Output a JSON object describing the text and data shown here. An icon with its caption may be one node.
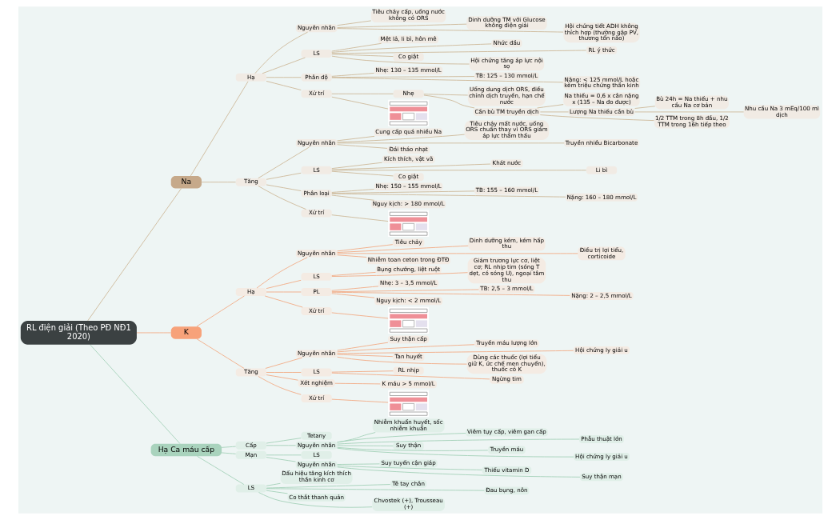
{
  "diagram": {
    "nodes": [
      {
        "text": [
          "RL điện giải (Theo PĐ NĐ1 2020)"
        ]
      },
      {
        "text": [
          "Na"
        ]
      },
      {
        "text": [
          "Hạ"
        ]
      },
      {
        "text": [
          "Nguyên nhân"
        ]
      },
      {
        "text": [
          "Tiêu chảy cấp, uống nước không có ORS"
        ]
      },
      {
        "text": [
          "Dinh dưỡng TM với Glucose không điện giải"
        ]
      },
      {
        "text": [
          "Hội chứng tiết ADH không thích hợp (thường gặp PV, thương tổn não)"
        ]
      },
      {
        "text": [
          "LS"
        ]
      },
      {
        "text": [
          "Mệt lả, li bì, hôn mê"
        ]
      },
      {
        "text": [
          "Nhức đầu"
        ]
      },
      {
        "text": [
          "RL ý thức"
        ]
      },
      {
        "text": [
          "Co giật"
        ]
      },
      {
        "text": [
          "Hội chứng tăng áp lực nội sọ"
        ]
      },
      {
        "text": [
          "Phân độ"
        ]
      },
      {
        "text": [
          "Nhẹ: 130 – 135 mmol/L"
        ]
      },
      {
        "text": [
          "TB: 125 – 130 mmol/L"
        ]
      },
      {
        "text": [
          "Nặng: < 125 mmol/L hoặc kèm triệu chứng thần kinh"
        ]
      },
      {
        "text": [
          "Xử trí"
        ]
      },
      {
        "text": [
          "Nhẹ"
        ]
      },
      {
        "text": [
          "Uống dung dịch ORS, điều chỉnh dịch truyền, hạn chế nước"
        ]
      },
      {
        "text": [
          "Cần bù TM truyền dịch"
        ]
      },
      {
        "text": [
          "Na thiếu = 0,6 x cân nặng x (135 – Na đo được)"
        ]
      },
      {
        "text": [
          "Lượng Na thiếu cần bù"
        ]
      },
      {
        "text": [
          "Bù 24h = Na thiếu + nhu cầu Na cơ bản"
        ]
      },
      {
        "text": [
          "Nhu cầu Na 3 mEq/100 ml dịch"
        ]
      },
      {
        "text": [
          "1/2 TTM trong 8h đầu, 1/2 TTM trong 16h tiếp theo"
        ]
      },
      {
        "text": [],
        "shape": "picture"
      },
      {
        "text": [
          "Tăng"
        ]
      },
      {
        "text": [
          "Nguyên nhân"
        ]
      },
      {
        "text": [
          "Cung cấp quá nhiều Na"
        ]
      },
      {
        "text": [
          "Tiêu chảy mất nước, uống ORS chuẩn thay vì ORS giảm áp lực thẩm thấu"
        ]
      },
      {
        "text": [
          "Truyền nhiều Bicarbonate"
        ]
      },
      {
        "text": [
          "Đái tháo nhạt"
        ]
      },
      {
        "text": [
          "LS"
        ]
      },
      {
        "text": [
          "Kích thích, vật vã"
        ]
      },
      {
        "text": [
          "Khát nước"
        ]
      },
      {
        "text": [
          "Li bì"
        ]
      },
      {
        "text": [
          "Co giật"
        ]
      },
      {
        "text": [
          "Phân loại"
        ]
      },
      {
        "text": [
          "Nhẹ: 150 – 155 mmol/L"
        ]
      },
      {
        "text": [
          "TB: 155 – 160 mmol/L"
        ]
      },
      {
        "text": [
          "Nặng: 160 – 180 mmol/L"
        ]
      },
      {
        "text": [
          "Nguy kịch: > 180 mmol/L"
        ]
      },
      {
        "text": [
          "Xử trí"
        ]
      },
      {
        "text": [],
        "shape": "picture"
      },
      {
        "text": [
          "K"
        ]
      },
      {
        "text": [
          "Hạ"
        ]
      },
      {
        "text": [
          "Nguyên nhân"
        ]
      },
      {
        "text": [
          "Tiêu chảy"
        ]
      },
      {
        "text": [
          "Dinh dưỡng kém, kém hấp thu"
        ]
      },
      {
        "text": [
          "Điều trị lợi tiểu, corticoide"
        ]
      },
      {
        "text": [
          "Nhiễm toan ceton trong ĐTĐ"
        ]
      },
      {
        "text": [
          "LS"
        ]
      },
      {
        "text": [
          "Bụng chướng, liệt ruột"
        ]
      },
      {
        "text": [
          "Giảm trương lực cơ, liệt cơ; RL nhịp tim (sóng T dẹt, có sóng U), ngoại tâm thu"
        ]
      },
      {
        "text": [
          "PL"
        ]
      },
      {
        "text": [
          "Nhẹ: 3 – 3,5 mmol/L"
        ]
      },
      {
        "text": [
          "TB: 2,5 – 3 mmol/L"
        ]
      },
      {
        "text": [
          "Nặng: 2 – 2,5 mmol/L"
        ]
      },
      {
        "text": [
          "Nguy kịch: < 2 mmol/L"
        ]
      },
      {
        "text": [
          "Xử trí"
        ]
      },
      {
        "text": [],
        "shape": "picture"
      },
      {
        "text": [
          "Tăng"
        ]
      },
      {
        "text": [
          "Nguyên nhân"
        ]
      },
      {
        "text": [
          "Suy thận cấp"
        ]
      },
      {
        "text": [
          "Truyền máu lượng lớn"
        ]
      },
      {
        "text": [
          "Hội chứng ly giải u"
        ]
      },
      {
        "text": [
          "Tan huyết"
        ]
      },
      {
        "text": [
          "Dùng các thuốc (lợi tiểu giữ K, ức chế men chuyển), thuốc có K"
        ]
      },
      {
        "text": [
          "LS"
        ]
      },
      {
        "text": [
          "RL nhịp"
        ]
      },
      {
        "text": [
          "Ngừng tim"
        ]
      },
      {
        "text": [
          "Xét nghiệm"
        ]
      },
      {
        "text": [
          "K máu > 5 mmol/L"
        ]
      },
      {
        "text": [
          "Xử trí"
        ]
      },
      {
        "text": [],
        "shape": "picture"
      },
      {
        "text": [
          "Hạ Ca máu cấp"
        ]
      },
      {
        "text": [
          "Cấp"
        ]
      },
      {
        "text": [
          "Tetany"
        ]
      },
      {
        "text": [
          "Nguyên nhân"
        ]
      },
      {
        "text": [
          "Nhiễm khuẩn huyết, sốc nhiễm khuẩn"
        ]
      },
      {
        "text": [
          "Viêm tụy cấp, viêm gan cấp"
        ]
      },
      {
        "text": [
          "Phẫu thuật lớn"
        ]
      },
      {
        "text": [
          "Suy thận"
        ]
      },
      {
        "text": [
          "Truyền máu"
        ]
      },
      {
        "text": [
          "Hội chứng ly giải u"
        ]
      },
      {
        "text": [
          "Mạn"
        ]
      },
      {
        "text": [
          "LS"
        ]
      },
      {
        "text": [
          "Nguyên nhân"
        ]
      },
      {
        "text": [
          "Suy tuyến cận giáp"
        ]
      },
      {
        "text": [
          "Thiếu vitamin D"
        ]
      },
      {
        "text": [
          "Suy thận mạn"
        ]
      },
      {
        "text": [
          "LS"
        ]
      },
      {
        "text": [
          "Dấu hiệu tăng kích thích thần kinh cơ"
        ]
      },
      {
        "text": [
          "Tê tay chân"
        ]
      },
      {
        "text": [
          "Đau bụng, nôn"
        ]
      },
      {
        "text": [
          "Co thắt thanh quản"
        ]
      },
      {
        "text": [
          "Chvostek (+), Trousseau (+)"
        ]
      }
    ],
    "edges": [
      {
        "from": 0,
        "to": 1,
        "arrow": "none"
      },
      {
        "from": 1,
        "to": 2,
        "arrow": "none"
      },
      {
        "from": 2,
        "to": 3,
        "arrow": "none"
      },
      {
        "from": 3,
        "to": 4,
        "arrow": "none"
      },
      {
        "from": 3,
        "to": 5,
        "arrow": "none"
      },
      {
        "from": 3,
        "to": 6,
        "arrow": "none"
      },
      {
        "from": 2,
        "to": 7,
        "arrow": "none"
      },
      {
        "from": 7,
        "to": 8,
        "arrow": "none"
      },
      {
        "from": 7,
        "to": 9,
        "arrow": "none"
      },
      {
        "from": 7,
        "to": 10,
        "arrow": "none"
      },
      {
        "from": 7,
        "to": 11,
        "arrow": "none"
      },
      {
        "from": 7,
        "to": 12,
        "arrow": "none"
      },
      {
        "from": 2,
        "to": 13,
        "arrow": "none"
      },
      {
        "from": 13,
        "to": 14,
        "arrow": "none"
      },
      {
        "from": 13,
        "to": 15,
        "arrow": "none"
      },
      {
        "from": 13,
        "to": 16,
        "arrow": "none"
      },
      {
        "from": 2,
        "to": 17,
        "arrow": "none"
      },
      {
        "from": 17,
        "to": 18,
        "arrow": "none"
      },
      {
        "from": 18,
        "to": 19,
        "arrow": "none"
      },
      {
        "from": 18,
        "to": 20,
        "arrow": "none"
      },
      {
        "from": 20,
        "to": 21,
        "arrow": "none"
      },
      {
        "from": 20,
        "to": 22,
        "arrow": "none"
      },
      {
        "from": 22,
        "to": 23,
        "arrow": "none"
      },
      {
        "from": 22,
        "to": 24,
        "arrow": "none"
      },
      {
        "from": 20,
        "to": 25,
        "arrow": "none"
      },
      {
        "from": 17,
        "to": 26,
        "arrow": "none"
      },
      {
        "from": 1,
        "to": 27,
        "arrow": "none"
      },
      {
        "from": 27,
        "to": 28,
        "arrow": "none"
      },
      {
        "from": 28,
        "to": 29,
        "arrow": "none"
      },
      {
        "from": 28,
        "to": 30,
        "arrow": "none"
      },
      {
        "from": 28,
        "to": 31,
        "arrow": "none"
      },
      {
        "from": 28,
        "to": 32,
        "arrow": "none"
      },
      {
        "from": 27,
        "to": 33,
        "arrow": "none"
      },
      {
        "from": 33,
        "to": 34,
        "arrow": "none"
      },
      {
        "from": 33,
        "to": 35,
        "arrow": "none"
      },
      {
        "from": 33,
        "to": 36,
        "arrow": "none"
      },
      {
        "from": 33,
        "to": 37,
        "arrow": "none"
      },
      {
        "from": 27,
        "to": 38,
        "arrow": "none"
      },
      {
        "from": 38,
        "to": 39,
        "arrow": "none"
      },
      {
        "from": 38,
        "to": 40,
        "arrow": "none"
      },
      {
        "from": 38,
        "to": 41,
        "arrow": "none"
      },
      {
        "from": 38,
        "to": 42,
        "arrow": "none"
      },
      {
        "from": 27,
        "to": 43,
        "arrow": "none"
      },
      {
        "from": 43,
        "to": 44,
        "arrow": "none"
      },
      {
        "from": 0,
        "to": 45,
        "arrow": "none",
        "color": "#f2a77e"
      },
      {
        "from": 45,
        "to": 46,
        "arrow": "none",
        "color": "#f2a77e"
      },
      {
        "from": 46,
        "to": 47,
        "arrow": "none",
        "color": "#f2a77e"
      },
      {
        "from": 47,
        "to": 48,
        "arrow": "none",
        "color": "#f2a77e"
      },
      {
        "from": 47,
        "to": 49,
        "arrow": "none",
        "color": "#f2a77e"
      },
      {
        "from": 47,
        "to": 50,
        "arrow": "none",
        "color": "#f2a77e"
      },
      {
        "from": 47,
        "to": 51,
        "arrow": "none",
        "color": "#f2a77e"
      },
      {
        "from": 46,
        "to": 52,
        "arrow": "none",
        "color": "#f2a77e"
      },
      {
        "from": 52,
        "to": 53,
        "arrow": "none",
        "color": "#f2a77e"
      },
      {
        "from": 52,
        "to": 54,
        "arrow": "none",
        "color": "#f2a77e"
      },
      {
        "from": 46,
        "to": 55,
        "arrow": "none",
        "color": "#f2a77e"
      },
      {
        "from": 55,
        "to": 56,
        "arrow": "none",
        "color": "#f2a77e"
      },
      {
        "from": 55,
        "to": 57,
        "arrow": "none",
        "color": "#f2a77e"
      },
      {
        "from": 55,
        "to": 58,
        "arrow": "none",
        "color": "#f2a77e"
      },
      {
        "from": 55,
        "to": 59,
        "arrow": "none",
        "color": "#f2a77e"
      },
      {
        "from": 46,
        "to": 60,
        "arrow": "none",
        "color": "#f2a77e"
      },
      {
        "from": 60,
        "to": 61,
        "arrow": "none",
        "color": "#f2a77e"
      },
      {
        "from": 45,
        "to": 62,
        "arrow": "none",
        "color": "#f2a77e"
      },
      {
        "from": 62,
        "to": 63,
        "arrow": "none",
        "color": "#f2a77e"
      },
      {
        "from": 63,
        "to": 64,
        "arrow": "none",
        "color": "#f2a77e"
      },
      {
        "from": 63,
        "to": 65,
        "arrow": "none",
        "color": "#f2a77e"
      },
      {
        "from": 63,
        "to": 66,
        "arrow": "none",
        "color": "#f2a77e"
      },
      {
        "from": 63,
        "to": 67,
        "arrow": "none",
        "color": "#f2a77e"
      },
      {
        "from": 63,
        "to": 68,
        "arrow": "none",
        "color": "#f2a77e"
      },
      {
        "from": 62,
        "to": 69,
        "arrow": "none",
        "color": "#f2a77e"
      },
      {
        "from": 69,
        "to": 70,
        "arrow": "none",
        "color": "#f2a77e"
      },
      {
        "from": 69,
        "to": 71,
        "arrow": "none",
        "color": "#f2a77e"
      },
      {
        "from": 62,
        "to": 72,
        "arrow": "none",
        "color": "#f2a77e"
      },
      {
        "from": 72,
        "to": 73,
        "arrow": "none",
        "color": "#f2a77e"
      },
      {
        "from": 62,
        "to": 74,
        "arrow": "none",
        "color": "#f2a77e"
      },
      {
        "from": 74,
        "to": 75,
        "arrow": "none",
        "color": "#f2a77e"
      },
      {
        "from": 0,
        "to": 76,
        "arrow": "none",
        "color": "#9fcfb5"
      },
      {
        "from": 76,
        "to": 77,
        "arrow": "none",
        "color": "#9fcfb5"
      },
      {
        "from": 77,
        "to": 78,
        "arrow": "none",
        "color": "#9fcfb5"
      },
      {
        "from": 77,
        "to": 79,
        "arrow": "none",
        "color": "#9fcfb5"
      },
      {
        "from": 79,
        "to": 80,
        "arrow": "none",
        "color": "#9fcfb5"
      },
      {
        "from": 79,
        "to": 81,
        "arrow": "none",
        "color": "#9fcfb5"
      },
      {
        "from": 79,
        "to": 82,
        "arrow": "none",
        "color": "#9fcfb5"
      },
      {
        "from": 79,
        "to": 83,
        "arrow": "none",
        "color": "#9fcfb5"
      },
      {
        "from": 79,
        "to": 84,
        "arrow": "none",
        "color": "#9fcfb5"
      },
      {
        "from": 79,
        "to": 85,
        "arrow": "none",
        "color": "#9fcfb5"
      },
      {
        "from": 76,
        "to": 86,
        "arrow": "none",
        "color": "#9fcfb5"
      },
      {
        "from": 86,
        "to": 87,
        "arrow": "none",
        "color": "#9fcfb5"
      },
      {
        "from": 86,
        "to": 88,
        "arrow": "none",
        "color": "#9fcfb5"
      },
      {
        "from": 88,
        "to": 89,
        "arrow": "none",
        "color": "#9fcfb5"
      },
      {
        "from": 88,
        "to": 90,
        "arrow": "none",
        "color": "#9fcfb5"
      },
      {
        "from": 88,
        "to": 91,
        "arrow": "none",
        "color": "#9fcfb5"
      },
      {
        "from": 76,
        "to": 92,
        "arrow": "none",
        "color": "#9fcfb5"
      },
      {
        "from": 92,
        "to": 93,
        "arrow": "none",
        "color": "#9fcfb5"
      },
      {
        "from": 92,
        "to": 94,
        "arrow": "none",
        "color": "#9fcfb5"
      },
      {
        "from": 92,
        "to": 95,
        "arrow": "none",
        "color": "#9fcfb5"
      },
      {
        "from": 92,
        "to": 96,
        "arrow": "none",
        "color": "#9fcfb5"
      },
      {
        "from": 92,
        "to": 97,
        "arrow": "none",
        "color": "#9fcfb5"
      }
    ]
  }
}
